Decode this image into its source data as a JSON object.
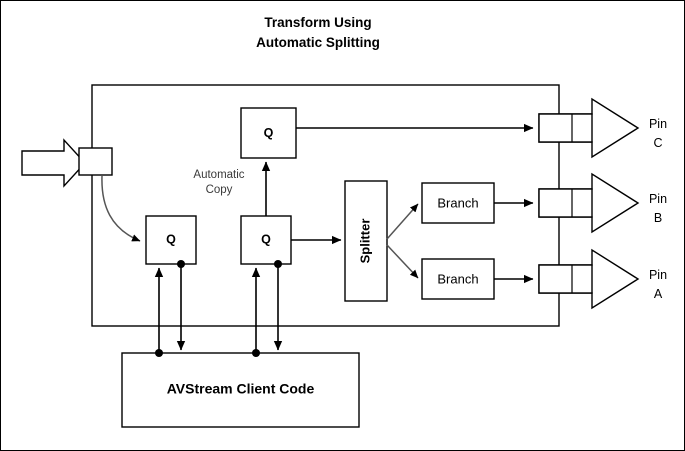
{
  "title": {
    "line1": "Transform Using",
    "line2": "Automatic Splitting"
  },
  "annotations": {
    "automatic_copy_line1": "Automatic",
    "automatic_copy_line2": "Copy"
  },
  "nodes": {
    "queue_copy": "Q",
    "queue_input": "Q",
    "queue_main": "Q",
    "splitter": "Splitter",
    "branch_top": "Branch",
    "branch_bottom": "Branch",
    "client_code": "AVStream Client Code"
  },
  "pins": [
    {
      "id": "pin-c",
      "line1": "Pin",
      "line2": "C"
    },
    {
      "id": "pin-b",
      "line1": "Pin",
      "line2": "B"
    },
    {
      "id": "pin-a",
      "line1": "Pin",
      "line2": "A"
    }
  ],
  "colors": {
    "stroke": "#000000",
    "background": "#ffffff",
    "annotation_text": "#3b3b3b",
    "curve_stroke": "#555555"
  }
}
